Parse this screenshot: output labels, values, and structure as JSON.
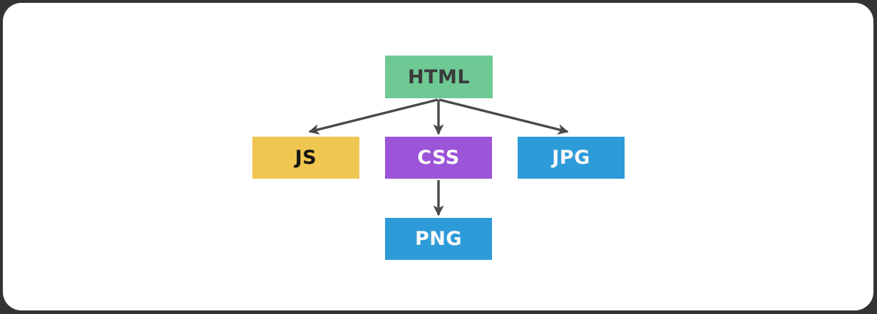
{
  "frame": {
    "background": "#333333",
    "card_background": "#ffffff"
  },
  "diagram": {
    "arrow_color": "#4a4a4a",
    "nodes": [
      {
        "id": "html",
        "label": "HTML",
        "background": "#6fc995",
        "text_color": "#3a3a3a"
      },
      {
        "id": "js",
        "label": "JS",
        "background": "#efc64f",
        "text_color": "#141414"
      },
      {
        "id": "css",
        "label": "CSS",
        "background": "#9c54d8",
        "text_color": "#fafafa"
      },
      {
        "id": "jpg",
        "label": "JPG",
        "background": "#2e9bd9",
        "text_color": "#fafafa"
      },
      {
        "id": "png",
        "label": "PNG",
        "background": "#2e9bd9",
        "text_color": "#fafafa"
      }
    ],
    "edges": [
      {
        "from": "html",
        "to": "js"
      },
      {
        "from": "html",
        "to": "css"
      },
      {
        "from": "html",
        "to": "jpg"
      },
      {
        "from": "css",
        "to": "png"
      }
    ]
  }
}
